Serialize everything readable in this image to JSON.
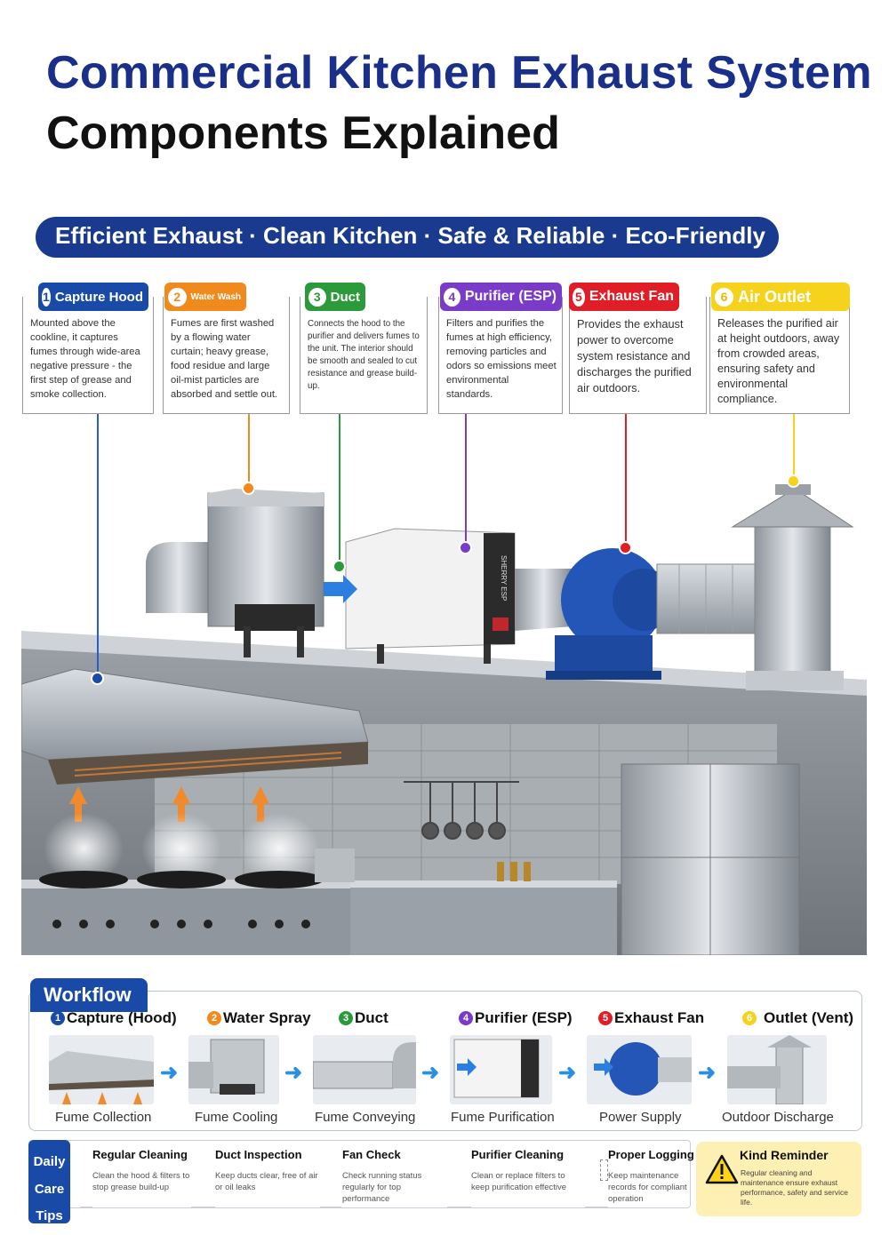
{
  "title": {
    "line1": "Commercial Kitchen Exhaust System",
    "line2": "Components Explained"
  },
  "banner": "Efficient Exhaust · Clean Kitchen · Safe & Reliable · Eco-Friendly",
  "components": [
    {
      "num": "1",
      "label": "Capture Hood",
      "color": "#1a4aa8",
      "text": "Mounted above the cookline, it captures fumes through wide-area negative pressure - the first step of grease and smoke collection."
    },
    {
      "num": "2",
      "label": "Water Wash",
      "color": "#f08a1c",
      "text": "Fumes are first washed by a flowing water curtain; heavy grease, food residue and large oil-mist particles are absorbed and settle out."
    },
    {
      "num": "3",
      "label": "Duct",
      "color": "#2a9a3a",
      "text": "Connects the hood to the purifier and delivers fumes to the unit. The interior should be smooth and sealed to cut resistance and grease build-up."
    },
    {
      "num": "4",
      "label": "Purifier (ESP)",
      "color": "#7a3cc8",
      "text": "Filters and purifies the fumes at high efficiency, removing particles and odors so emissions meet environmental standards."
    },
    {
      "num": "5",
      "label": "Exhaust Fan",
      "color": "#e01e28",
      "text": "Provides the exhaust power to overcome system resistance and discharges the purified air outdoors."
    },
    {
      "num": "6",
      "label": "Air Outlet",
      "color": "#f5d31c",
      "text": "Releases the purified air at height outdoors, away from crowded areas, ensuring safety and environmental compliance."
    }
  ],
  "scene": {
    "purifier_brand": "SHERRY ESP"
  },
  "workflow": {
    "tab": "Workflow",
    "steps": [
      {
        "num": "1",
        "label": "Capture (Hood)",
        "caption": "Fume Collection",
        "color": "#1a4aa8"
      },
      {
        "num": "2",
        "label": "Water Spray",
        "caption": "Fume Cooling",
        "color": "#f08a1c"
      },
      {
        "num": "3",
        "label": "Duct",
        "caption": "Fume Conveying",
        "color": "#2a9a3a"
      },
      {
        "num": "4",
        "label": "Purifier (ESP)",
        "caption": "Fume Purification",
        "color": "#7a3cc8"
      },
      {
        "num": "5",
        "label": "Exhaust Fan",
        "caption": "Power Supply",
        "color": "#e01e28"
      },
      {
        "num": "6",
        "label": "Outlet (Vent)",
        "caption": "Outdoor Discharge",
        "color": "#f5d31c"
      }
    ]
  },
  "tips": {
    "tab": [
      "Daily",
      "Care",
      "Tips"
    ],
    "items": [
      {
        "title": "Regular Cleaning",
        "text": "Clean the hood & filters to stop grease build-up"
      },
      {
        "title": "Duct Inspection",
        "text": "Keep ducts clear, free of air or oil leaks"
      },
      {
        "title": "Fan Check",
        "text": "Check running status regularly for top performance"
      },
      {
        "title": "Purifier Cleaning",
        "text": "Clean or replace filters to keep purification effective"
      },
      {
        "title": "Proper Logging",
        "text": "Keep maintenance records for compliant operation"
      }
    ],
    "reminder": {
      "title": "Kind Reminder",
      "text": "Regular cleaning and maintenance ensure exhaust performance, safety and service life."
    }
  }
}
